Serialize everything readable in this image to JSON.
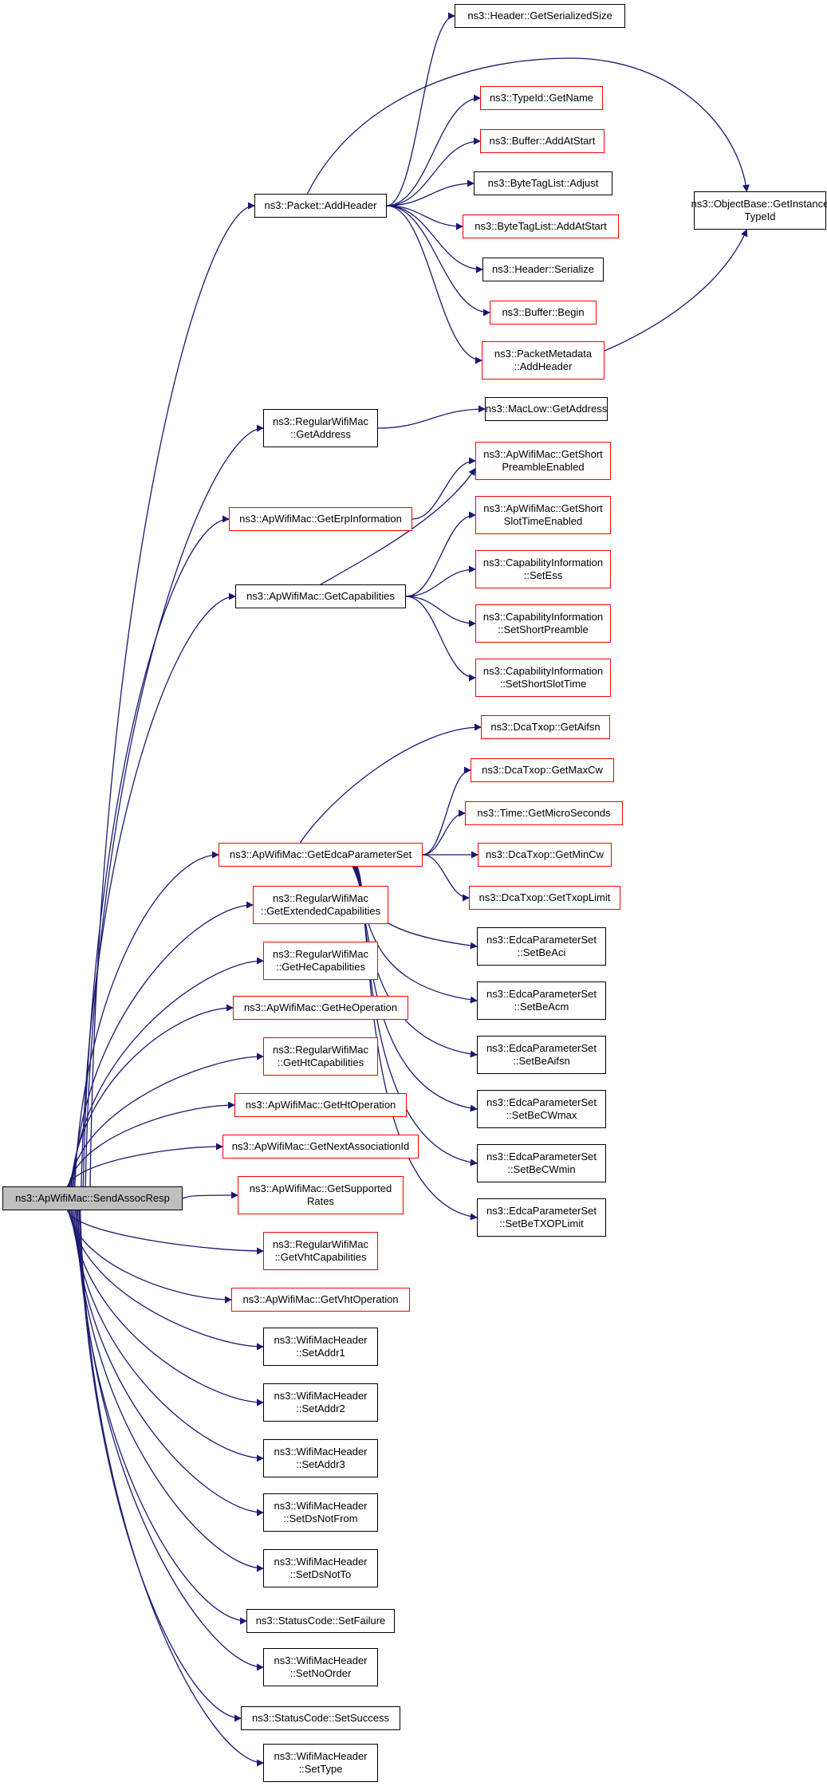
{
  "diagram": {
    "type": "doxygen-call-graph",
    "colors": {
      "edge": "#191970",
      "node_border": "#000000",
      "truncated_border": "#ff0000",
      "root_fill": "#bfbfbf"
    },
    "nodes": [
      {
        "id": "sendAssocResp",
        "label": "ns3::ApWifiMac::SendAssocResp",
        "border": "black",
        "root": true
      },
      {
        "id": "addHeader",
        "label": "ns3::Packet::AddHeader",
        "border": "black"
      },
      {
        "id": "getSerializedSize",
        "label": "ns3::Header::GetSerializedSize",
        "border": "black"
      },
      {
        "id": "typeIdGetName",
        "label": "ns3::TypeId::GetName",
        "border": "red"
      },
      {
        "id": "bufferAddAtStart",
        "label": "ns3::Buffer::AddAtStart",
        "border": "red"
      },
      {
        "id": "byteTagAdjust",
        "label": "ns3::ByteTagList::Adjust",
        "border": "black"
      },
      {
        "id": "byteTagAddAtStart",
        "label": "ns3::ByteTagList::AddAtStart",
        "border": "red"
      },
      {
        "id": "headerSerialize",
        "label": "ns3::Header::Serialize",
        "border": "black"
      },
      {
        "id": "bufferBegin",
        "label": "ns3::Buffer::Begin",
        "border": "red"
      },
      {
        "id": "pmAddHeader",
        "label": "ns3::PacketMetadata\n::AddHeader",
        "border": "red"
      },
      {
        "id": "getInstanceTypeId",
        "label": "ns3::ObjectBase::GetInstance\nTypeId",
        "border": "black"
      },
      {
        "id": "rwmGetAddress",
        "label": "ns3::RegularWifiMac\n::GetAddress",
        "border": "black"
      },
      {
        "id": "macLowGetAddress",
        "label": "ns3::MacLow::GetAddress",
        "border": "black"
      },
      {
        "id": "getErpInformation",
        "label": "ns3::ApWifiMac::GetErpInformation",
        "border": "red"
      },
      {
        "id": "getShortPreambleEnabled",
        "label": "ns3::ApWifiMac::GetShort\nPreambleEnabled",
        "border": "red"
      },
      {
        "id": "getShortSlotTimeEnabled",
        "label": "ns3::ApWifiMac::GetShort\nSlotTimeEnabled",
        "border": "red"
      },
      {
        "id": "getCapabilities",
        "label": "ns3::ApWifiMac::GetCapabilities",
        "border": "black"
      },
      {
        "id": "ciSetEss",
        "label": "ns3::CapabilityInformation\n::SetEss",
        "border": "red"
      },
      {
        "id": "ciSetShortPreamble",
        "label": "ns3::CapabilityInformation\n::SetShortPreamble",
        "border": "red"
      },
      {
        "id": "ciSetShortSlotTime",
        "label": "ns3::CapabilityInformation\n::SetShortSlotTime",
        "border": "red"
      },
      {
        "id": "dcaGetAifsn",
        "label": "ns3::DcaTxop::GetAifsn",
        "border": "red"
      },
      {
        "id": "dcaGetMaxCw",
        "label": "ns3::DcaTxop::GetMaxCw",
        "border": "red"
      },
      {
        "id": "timeGetMicroSeconds",
        "label": "ns3::Time::GetMicroSeconds",
        "border": "red"
      },
      {
        "id": "getEdcaParameterSet",
        "label": "ns3::ApWifiMac::GetEdcaParameterSet",
        "border": "red"
      },
      {
        "id": "dcaGetMinCw",
        "label": "ns3::DcaTxop::GetMinCw",
        "border": "red"
      },
      {
        "id": "dcaGetTxopLimit",
        "label": "ns3::DcaTxop::GetTxopLimit",
        "border": "red"
      },
      {
        "id": "setBeAci",
        "label": "ns3::EdcaParameterSet\n::SetBeAci",
        "border": "black"
      },
      {
        "id": "getExtendedCapabilities",
        "label": "ns3::RegularWifiMac\n::GetExtendedCapabilities",
        "border": "red"
      },
      {
        "id": "setBeAcm",
        "label": "ns3::EdcaParameterSet\n::SetBeAcm",
        "border": "black"
      },
      {
        "id": "getHeCapabilities",
        "label": "ns3::RegularWifiMac\n::GetHeCapabilities",
        "border": "red"
      },
      {
        "id": "setBeAifsn",
        "label": "ns3::EdcaParameterSet\n::SetBeAifsn",
        "border": "black"
      },
      {
        "id": "getHeOperation",
        "label": "ns3::ApWifiMac::GetHeOperation",
        "border": "red"
      },
      {
        "id": "setBeCWmax",
        "label": "ns3::EdcaParameterSet\n::SetBeCWmax",
        "border": "black"
      },
      {
        "id": "getHtCapabilities",
        "label": "ns3::RegularWifiMac\n::GetHtCapabilities",
        "border": "red"
      },
      {
        "id": "getHtOperation",
        "label": "ns3::ApWifiMac::GetHtOperation",
        "border": "red"
      },
      {
        "id": "setBeCWmin",
        "label": "ns3::EdcaParameterSet\n::SetBeCWmin",
        "border": "black"
      },
      {
        "id": "getNextAssociationId",
        "label": "ns3::ApWifiMac::GetNextAssociationId",
        "border": "red"
      },
      {
        "id": "getSupportedRates",
        "label": "ns3::ApWifiMac::GetSupported\nRates",
        "border": "red"
      },
      {
        "id": "setBeTXOPLimit",
        "label": "ns3::EdcaParameterSet\n::SetBeTXOPLimit",
        "border": "black"
      },
      {
        "id": "getVhtCapabilities",
        "label": "ns3::RegularWifiMac\n::GetVhtCapabilities",
        "border": "red"
      },
      {
        "id": "getVhtOperation",
        "label": "ns3::ApWifiMac::GetVhtOperation",
        "border": "red"
      },
      {
        "id": "setAddr1",
        "label": "ns3::WifiMacHeader\n::SetAddr1",
        "border": "black"
      },
      {
        "id": "setAddr2",
        "label": "ns3::WifiMacHeader\n::SetAddr2",
        "border": "black"
      },
      {
        "id": "setAddr3",
        "label": "ns3::WifiMacHeader\n::SetAddr3",
        "border": "black"
      },
      {
        "id": "setDsNotFrom",
        "label": "ns3::WifiMacHeader\n::SetDsNotFrom",
        "border": "black"
      },
      {
        "id": "setDsNotTo",
        "label": "ns3::WifiMacHeader\n::SetDsNotTo",
        "border": "black"
      },
      {
        "id": "setFailure",
        "label": "ns3::StatusCode::SetFailure",
        "border": "black"
      },
      {
        "id": "setNoOrder",
        "label": "ns3::WifiMacHeader\n::SetNoOrder",
        "border": "black"
      },
      {
        "id": "setSuccess",
        "label": "ns3::StatusCode::SetSuccess",
        "border": "black"
      },
      {
        "id": "setType",
        "label": "ns3::WifiMacHeader\n::SetType",
        "border": "black"
      }
    ],
    "edges": [
      [
        "sendAssocResp",
        "addHeader"
      ],
      [
        "sendAssocResp",
        "rwmGetAddress"
      ],
      [
        "sendAssocResp",
        "getErpInformation"
      ],
      [
        "sendAssocResp",
        "getCapabilities"
      ],
      [
        "sendAssocResp",
        "getEdcaParameterSet"
      ],
      [
        "sendAssocResp",
        "getExtendedCapabilities"
      ],
      [
        "sendAssocResp",
        "getHeCapabilities"
      ],
      [
        "sendAssocResp",
        "getHeOperation"
      ],
      [
        "sendAssocResp",
        "getHtCapabilities"
      ],
      [
        "sendAssocResp",
        "getHtOperation"
      ],
      [
        "sendAssocResp",
        "getNextAssociationId"
      ],
      [
        "sendAssocResp",
        "getSupportedRates"
      ],
      [
        "sendAssocResp",
        "getVhtCapabilities"
      ],
      [
        "sendAssocResp",
        "getVhtOperation"
      ],
      [
        "sendAssocResp",
        "setAddr1"
      ],
      [
        "sendAssocResp",
        "setAddr2"
      ],
      [
        "sendAssocResp",
        "setAddr3"
      ],
      [
        "sendAssocResp",
        "setDsNotFrom"
      ],
      [
        "sendAssocResp",
        "setDsNotTo"
      ],
      [
        "sendAssocResp",
        "setFailure"
      ],
      [
        "sendAssocResp",
        "setNoOrder"
      ],
      [
        "sendAssocResp",
        "setSuccess"
      ],
      [
        "sendAssocResp",
        "setType"
      ],
      [
        "addHeader",
        "getSerializedSize"
      ],
      [
        "addHeader",
        "getInstanceTypeId"
      ],
      [
        "addHeader",
        "typeIdGetName"
      ],
      [
        "addHeader",
        "bufferAddAtStart"
      ],
      [
        "addHeader",
        "byteTagAdjust"
      ],
      [
        "addHeader",
        "byteTagAddAtStart"
      ],
      [
        "addHeader",
        "headerSerialize"
      ],
      [
        "addHeader",
        "bufferBegin"
      ],
      [
        "addHeader",
        "pmAddHeader"
      ],
      [
        "pmAddHeader",
        "getInstanceTypeId"
      ],
      [
        "rwmGetAddress",
        "macLowGetAddress"
      ],
      [
        "getErpInformation",
        "getShortPreambleEnabled"
      ],
      [
        "getCapabilities",
        "getShortPreambleEnabled"
      ],
      [
        "getCapabilities",
        "getShortSlotTimeEnabled"
      ],
      [
        "getCapabilities",
        "ciSetEss"
      ],
      [
        "getCapabilities",
        "ciSetShortPreamble"
      ],
      [
        "getCapabilities",
        "ciSetShortSlotTime"
      ],
      [
        "getEdcaParameterSet",
        "dcaGetAifsn"
      ],
      [
        "getEdcaParameterSet",
        "dcaGetMaxCw"
      ],
      [
        "getEdcaParameterSet",
        "timeGetMicroSeconds"
      ],
      [
        "getEdcaParameterSet",
        "dcaGetMinCw"
      ],
      [
        "getEdcaParameterSet",
        "dcaGetTxopLimit"
      ],
      [
        "getEdcaParameterSet",
        "setBeAci"
      ],
      [
        "getEdcaParameterSet",
        "setBeAcm"
      ],
      [
        "getEdcaParameterSet",
        "setBeAifsn"
      ],
      [
        "getEdcaParameterSet",
        "setBeCWmax"
      ],
      [
        "getEdcaParameterSet",
        "setBeCWmin"
      ],
      [
        "getEdcaParameterSet",
        "setBeTXOPLimit"
      ]
    ]
  }
}
